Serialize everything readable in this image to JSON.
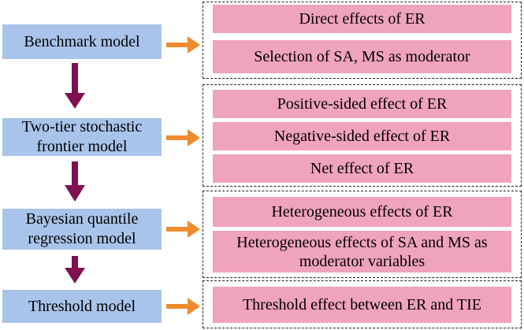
{
  "colors": {
    "model_fill": "#a9c4ea",
    "effect_fill": "#f0a3bd",
    "down_arrow": "#7f1150",
    "right_arrow": "#ef8a2e"
  },
  "models": [
    {
      "label": "Benchmark model"
    },
    {
      "label": "Two-tier stochastic frontier model"
    },
    {
      "label": "Bayesian quantile regression model"
    },
    {
      "label": "Threshold model"
    }
  ],
  "groups": [
    {
      "effects": [
        "Direct effects of ER",
        "Selection of SA, MS as moderator"
      ]
    },
    {
      "effects": [
        "Positive-sided effect of ER",
        "Negative-sided effect of ER",
        "Net effect of ER"
      ]
    },
    {
      "effects": [
        "Heterogeneous effects of ER",
        "Heterogeneous effects of SA and MS as moderator variables"
      ]
    },
    {
      "effects": [
        "Threshold effect between ER and TIE"
      ]
    }
  ]
}
